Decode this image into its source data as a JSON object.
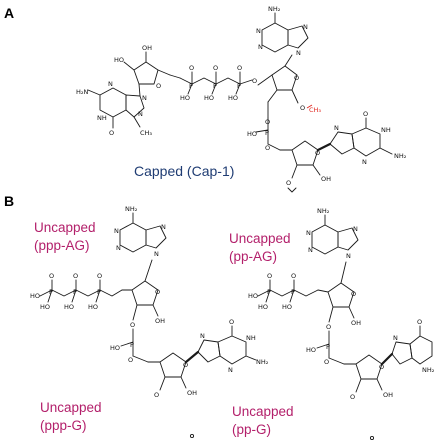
{
  "panel_a": {
    "label": "A",
    "caption": "Capped (Cap-1)",
    "atoms": {
      "nh2": "NH₂",
      "n": "N",
      "o": "O",
      "oh": "OH",
      "ch3": "CH₃",
      "h2n": "H₂N",
      "nh": "NH",
      "p": "P",
      "ho": "HO"
    }
  },
  "panel_b": {
    "label": "B",
    "ppp_ag": {
      "line1": "Uncapped",
      "line2": "(ppp-AG)"
    },
    "pp_ag": {
      "line1": "Uncapped",
      "line2": "(pp-AG)"
    },
    "ppp_g": {
      "line1": "Uncapped",
      "line2": "(ppp-G)"
    },
    "pp_g": {
      "line1": "Uncapped",
      "line2": "(pp-G)"
    }
  },
  "colors": {
    "caption_blue": "#1f3c73",
    "uncapped_magenta": "#b3206b",
    "methyl_red": "#e0261f",
    "bond_black": "#1a1a1a"
  }
}
